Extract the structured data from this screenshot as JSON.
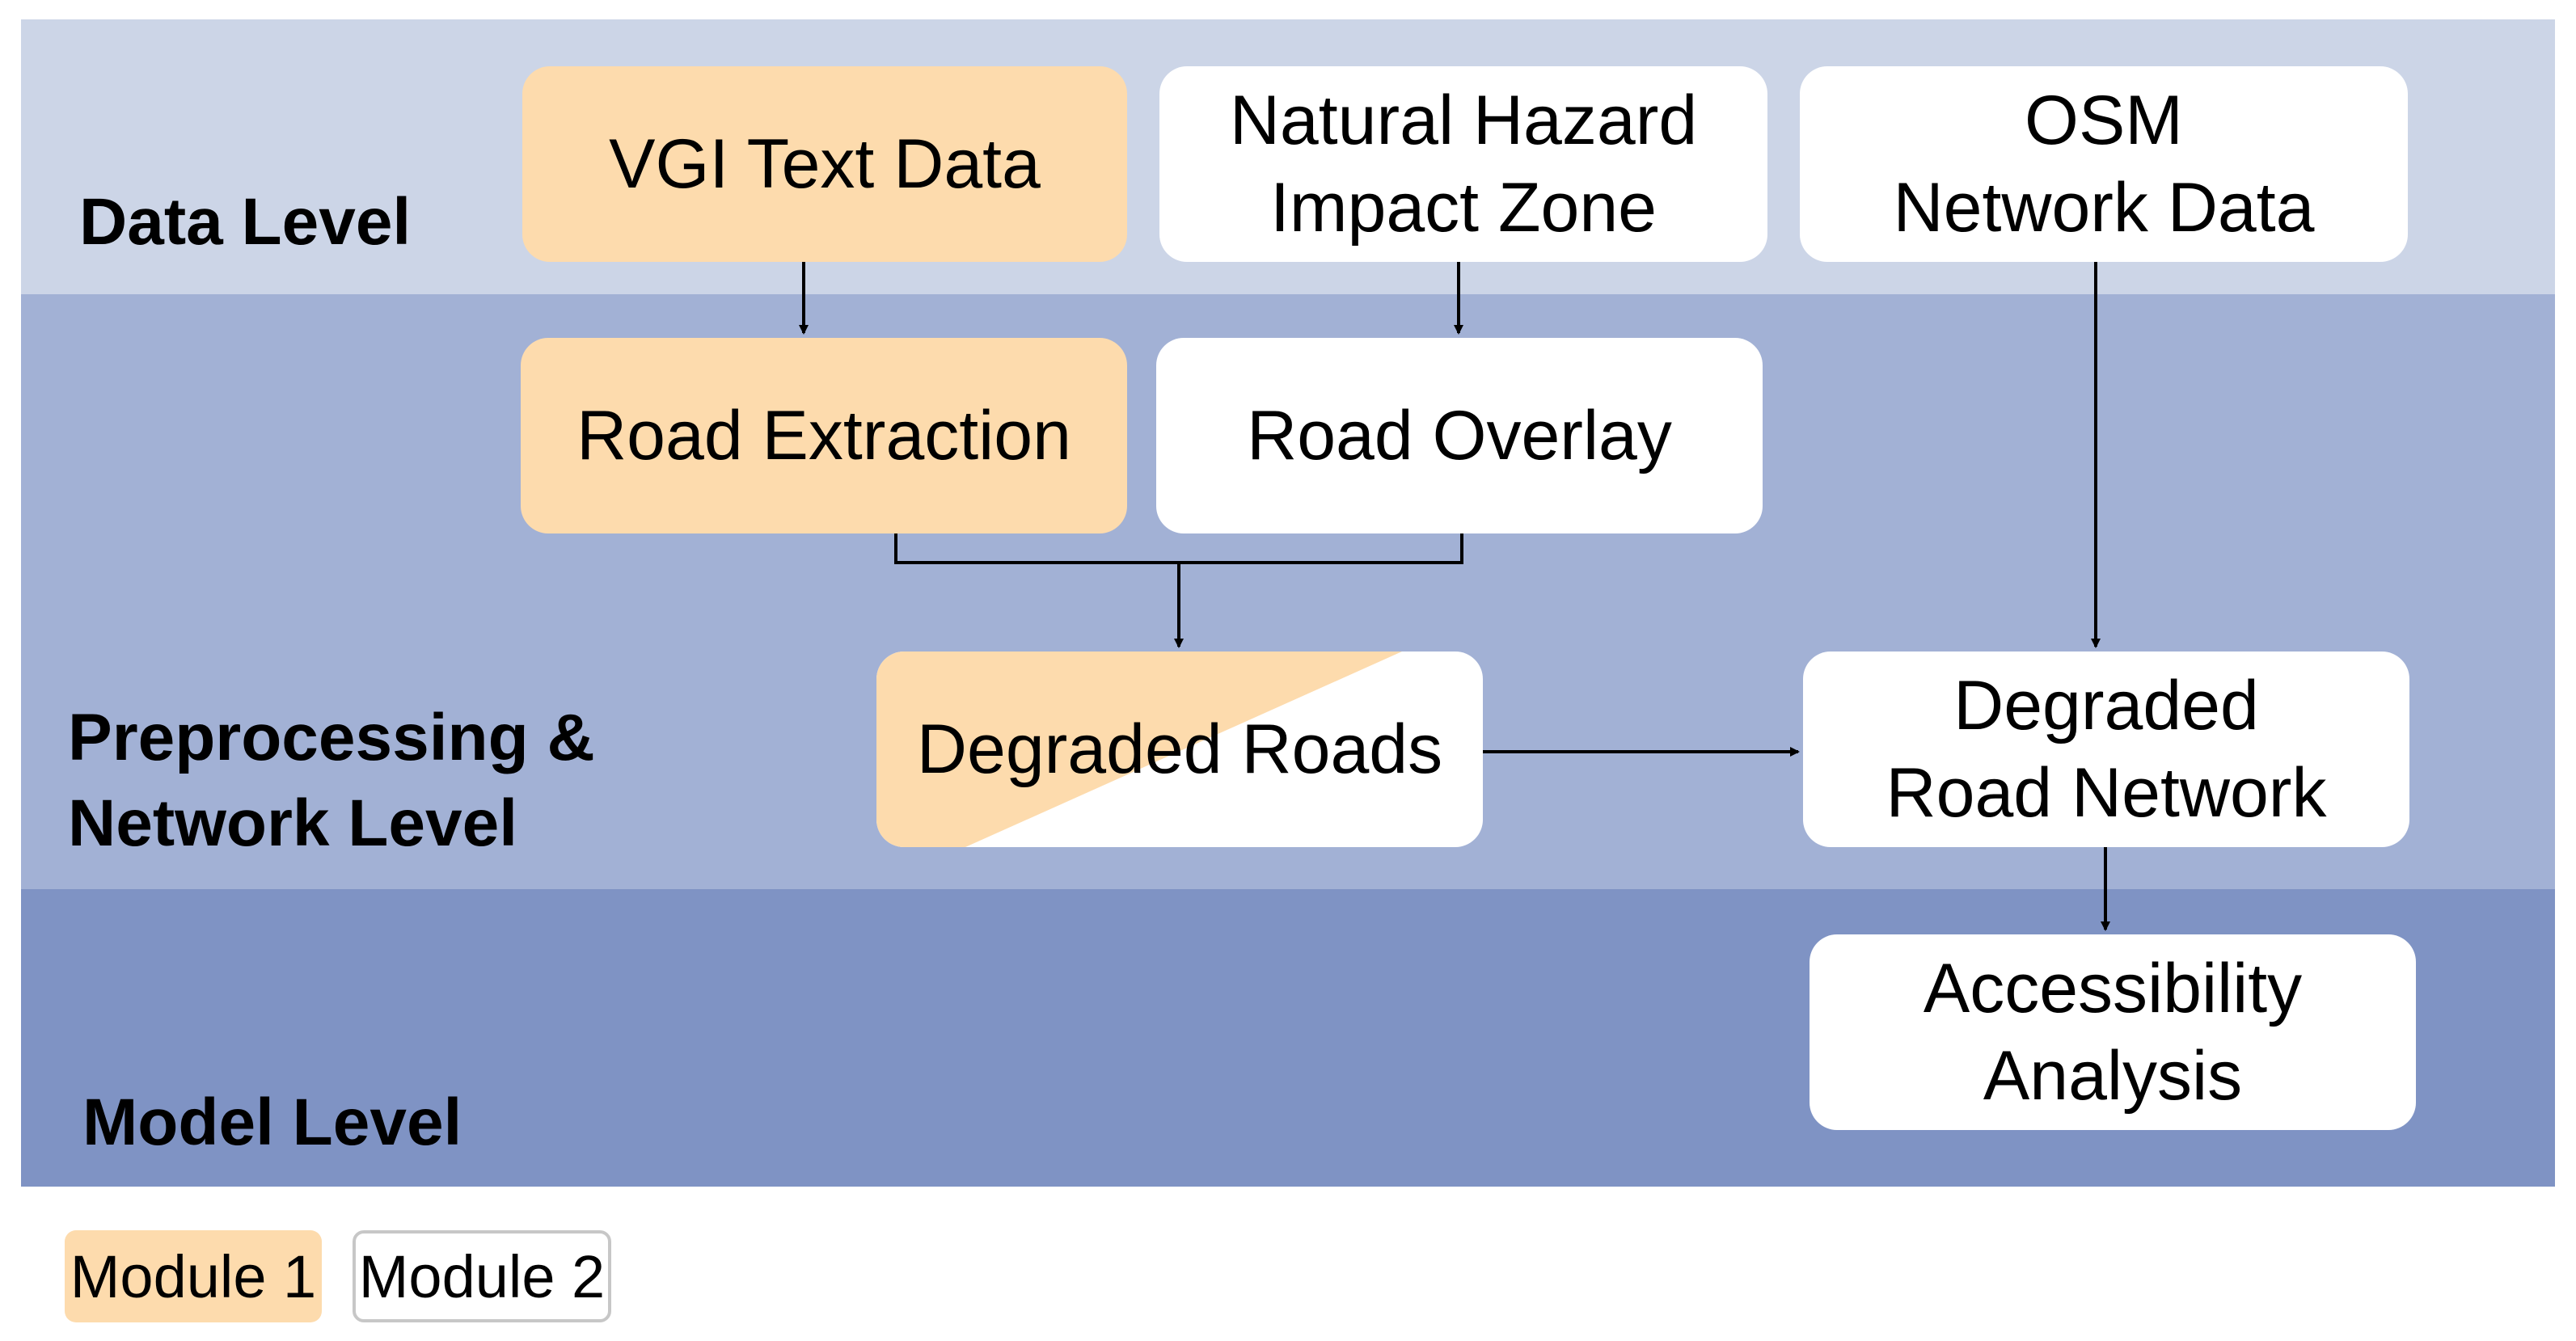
{
  "colors": {
    "data_band": "#ccd5e7",
    "pre_band": "#a2b1d5",
    "model_band": "#7f93c4",
    "module1": "#fddbad",
    "module2": "#ffffff",
    "arrow": "#000000"
  },
  "levels": {
    "data": "Data Level",
    "preprocessing": "Preprocessing & Network Level",
    "model": "Model Level"
  },
  "nodes": {
    "vgi_text_data": "VGI Text Data",
    "natural_hazard": "Natural Hazard\nImpact Zone",
    "osm_network": "OSM\nNetwork Data",
    "road_extraction": "Road Extraction",
    "road_overlay": "Road Overlay",
    "degraded_roads": "Degraded Roads",
    "degraded_network": "Degraded\nRoad Network",
    "accessibility": "Accessibility\nAnalysis"
  },
  "legend": {
    "module1": "Module 1",
    "module2": "Module 2"
  }
}
